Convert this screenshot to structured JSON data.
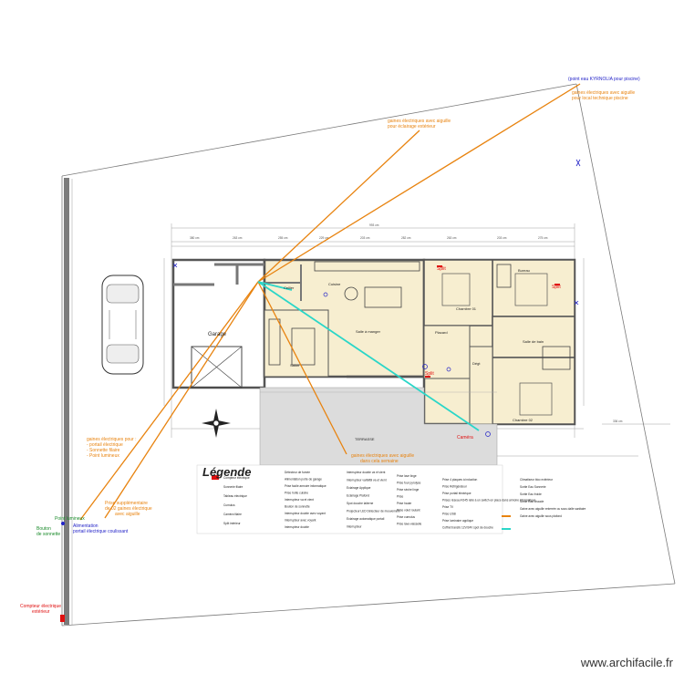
{
  "notes": {
    "kyrnolia": "(point eau KYRNOLIA pour piscine)",
    "gaines_local_1": "gaines électriques avec aiguille",
    "gaines_local_2": "pour local technique piscine",
    "gaines_eclairage_1": "gaines électriques avec aiguille",
    "gaines_eclairage_2": "pour éclairage extérieur",
    "gaines_portail_1": "gaines électriques pour :",
    "gaines_portail_2": "- portail électrique",
    "gaines_portail_3": "- Sonnette filaire",
    "gaines_portail_4": "- Point lumineux",
    "prise_supp_1": "Prise supplémentaire",
    "prise_supp_2": "de 02 gaines électrique",
    "prise_supp_3": "avec aiguille",
    "point_lumineux": "Point lumineux",
    "alimentation_1": "Alimentation",
    "alimentation_2": "portail électrique coulissant",
    "bouton_1": "Bouton",
    "bouton_2": "de sonnette",
    "compteur_1": "Compteur électrique",
    "compteur_2": "extérieur",
    "gaines_terrasse_1": "gaines électriques avec aiguille",
    "gaines_terrasse_2": "dans cela semaine"
  },
  "rooms": {
    "garage": "Garage",
    "cellier": "Cellier",
    "cuisine": "Cuisine",
    "salle_manger": "Salle à manger",
    "salon": "Salon",
    "chambre1": "Chambre 01",
    "chambre2": "Chambre 02",
    "placard": "Placard",
    "bureau": "Bureau",
    "sdb": "Salle de bain",
    "terrasse": "TERRASSE",
    "degagement": "Dégt"
  },
  "tags": {
    "split1": "Split",
    "split2": "Split",
    "split3": "Split",
    "camera": "Caméra"
  },
  "legend": {
    "title": "Légende",
    "col1": [
      "Compteur électrique",
      "Sonnerie filaire",
      "Tableau électrique",
      "Cumulus",
      "Caméra filaire",
      "Split intérieur"
    ],
    "col2": [
      "Détecteur de fumée",
      "Alimentation porte de garage",
      "Prise facile armoire informatique",
      "Prise hotte cuisine",
      "Interrupteur va et vient",
      "Bouton de sonnette",
      "Interrupteur double avec voyant",
      "Interrupteur avec voyant",
      "Interrupteur double"
    ],
    "col3": [
      "Interrupteur double va et vient",
      "Interrupteur va/Bl/Bl va et vient",
      "Eclairage Applique",
      "Eclairage Plafond",
      "Spot douche laiterne",
      "Projecteur LED Détecteur de mouvement",
      "Eclairage automatique portail",
      "Interrupteur"
    ],
    "col4": [
      "Prise lave linge",
      "Prise four pyrolyse",
      "Prise sèche linge",
      "Prise",
      "Prise haute",
      "Prise volet roulant",
      "Prise cumulus",
      "Prise lave-vaisselle"
    ],
    "col5": [
      "Prise 4 plaques à induction",
      "Prise Réfrigérateur",
      "Prise portail électrique",
      "Prises réseau RJ45 relié à un switch en place dans armoire informatique",
      "Prise TV",
      "Prise USB",
      "Prise luminaire applique",
      "Coffret transfo 12V/24V spot de douche"
    ],
    "col6": [
      "Climatiseur bloc extérieur",
      "Sortie Eau Sonnerie",
      "Sortie Eau froide",
      "Sortie Eau chaude",
      "Gaine avec aiguille enterrée ou sous dalle sanitaire",
      "Gaine avec aiguille sous plafond"
    ]
  },
  "watermark": "www.archifacile.fr",
  "colors": {
    "orange": "#e8830f",
    "teal": "#2ad6c8",
    "blue": "#2323c8",
    "green": "#1a8a2a",
    "red": "#e01010",
    "room_fill": "#f7eed0",
    "terrace_fill": "#dcdcdc"
  }
}
